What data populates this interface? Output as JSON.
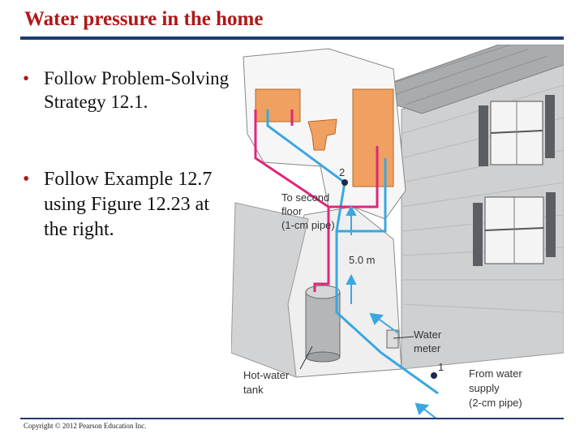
{
  "title": "Water pressure in the home",
  "bullets": [
    {
      "text": "Follow Problem-Solving Strategy 12.1."
    },
    {
      "text": "Follow Example 12.7 using Figure 12.23 at the right."
    }
  ],
  "copyright": "Copyright © 2012 Pearson Education Inc.",
  "figure": {
    "point_2": "2",
    "point_1": "1",
    "label_second_floor": [
      "To second",
      "floor",
      "(1-cm pipe)"
    ],
    "label_height": "5.0 m",
    "label_water_meter": [
      "Water",
      "meter"
    ],
    "label_supply": [
      "From water",
      "supply",
      "(2-cm pipe)"
    ],
    "label_tank": [
      "Hot-water",
      "tank"
    ]
  },
  "colors": {
    "title": "#b01818",
    "rule": "#1f3a73",
    "cold_pipe": "#3aa7e0",
    "hot_pipe": "#e0267a",
    "fixture": "#f0a060"
  }
}
